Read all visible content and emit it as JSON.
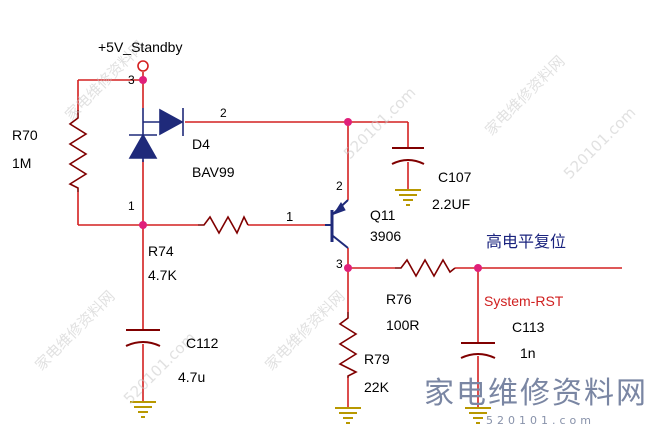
{
  "labels": {
    "supply": "+5V_Standby",
    "r70_ref": "R70",
    "r70_val": "1M",
    "d4_ref": "D4",
    "d4_val": "BAV99",
    "d4_pin1": "1",
    "d4_pin2": "2",
    "d4_pin3": "3",
    "c107_ref": "C107",
    "c107_val": "2.2UF",
    "q11_ref": "Q11",
    "q11_val": "3906",
    "q11_pin1": "1",
    "q11_pin2": "2",
    "q11_pin3": "3",
    "r74_ref": "R74",
    "r74_val": "4.7K",
    "c112_ref": "C112",
    "c112_val": "4.7u",
    "r76_ref": "R76",
    "r76_val": "100R",
    "r79_ref": "R79",
    "r79_val": "22K",
    "c113_ref": "C113",
    "c113_val": "1n",
    "net_rst": "System-RST",
    "note_cn": "高电平复位"
  },
  "watermark": {
    "text": "家电维修资料网",
    "url_text": "520101.com",
    "logo": "家电维修资料网",
    "logo_sub": "520101.com"
  },
  "colors": {
    "wire_red": "#d42020",
    "component_dark": "#800000",
    "diode_blue": "#1f2a7a",
    "ground_yellow": "#b89800",
    "junction": "#e0207a"
  }
}
